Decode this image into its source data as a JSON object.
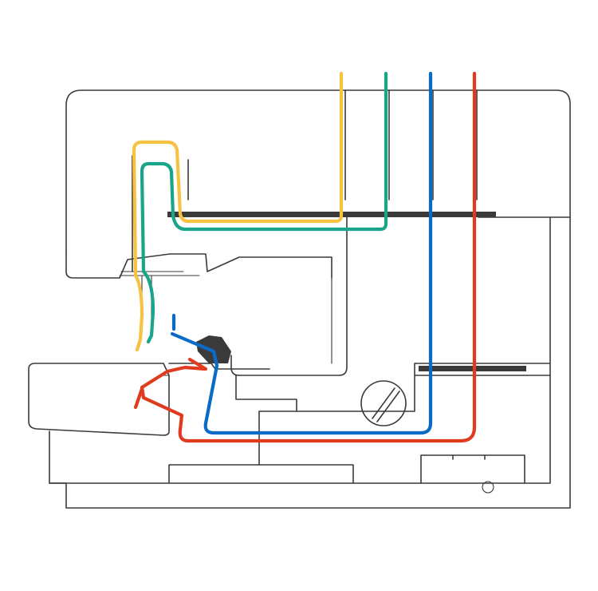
{
  "diagram": {
    "subject": "serger-threading-diagram",
    "threads": [
      {
        "id": "upper-looper",
        "color": "#f5c242"
      },
      {
        "id": "lower-looper",
        "color": "#1aa58a"
      },
      {
        "id": "left-needle",
        "color": "#0a6bc6"
      },
      {
        "id": "right-needle",
        "color": "#e03b1f"
      }
    ],
    "outline_color": "#3a3a3a"
  }
}
